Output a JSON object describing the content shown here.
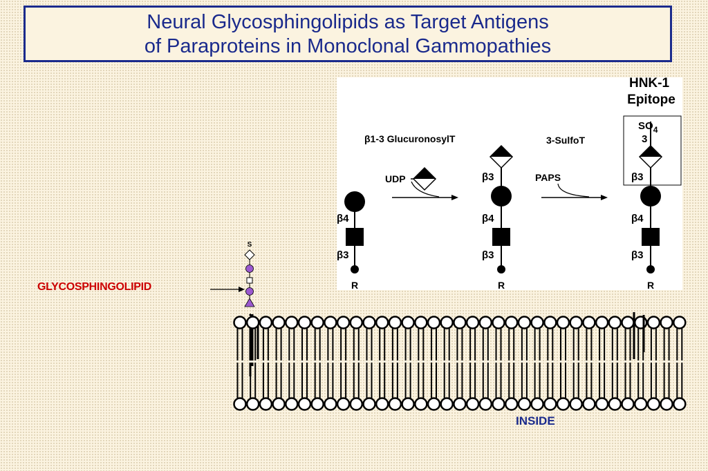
{
  "title": {
    "line1": "Neural Glycosphingolipids as Target Antigens",
    "line2": "of Paraproteins in Monoclonal Gammopathies"
  },
  "colors": {
    "title": "#1a2a8c",
    "glycosphingolipid_label": "#cc0000",
    "inside_label": "#1a2a8c",
    "sugar_circle": "#9b59d0",
    "sugar_triangle": "#9b59d0"
  },
  "labels": {
    "glycosphingolipid": "GLYCOSPHINGOLIPID",
    "inside": "INSIDE",
    "sulfate_tag": "S"
  },
  "pathway": {
    "hnk_line1": "HNK-1",
    "hnk_line2": "Epitope",
    "step1_enzyme": "β1-3  GlucuronosylT",
    "step1_donor": "UDP",
    "step2_enzyme": "3-SulfoT",
    "step2_donor": "PAPS",
    "so4_main": "SO",
    "so4_sub": "4",
    "so4_position": "3",
    "linkage_b3": "β3",
    "linkage_b4": "β4",
    "reducing_end": "R"
  }
}
